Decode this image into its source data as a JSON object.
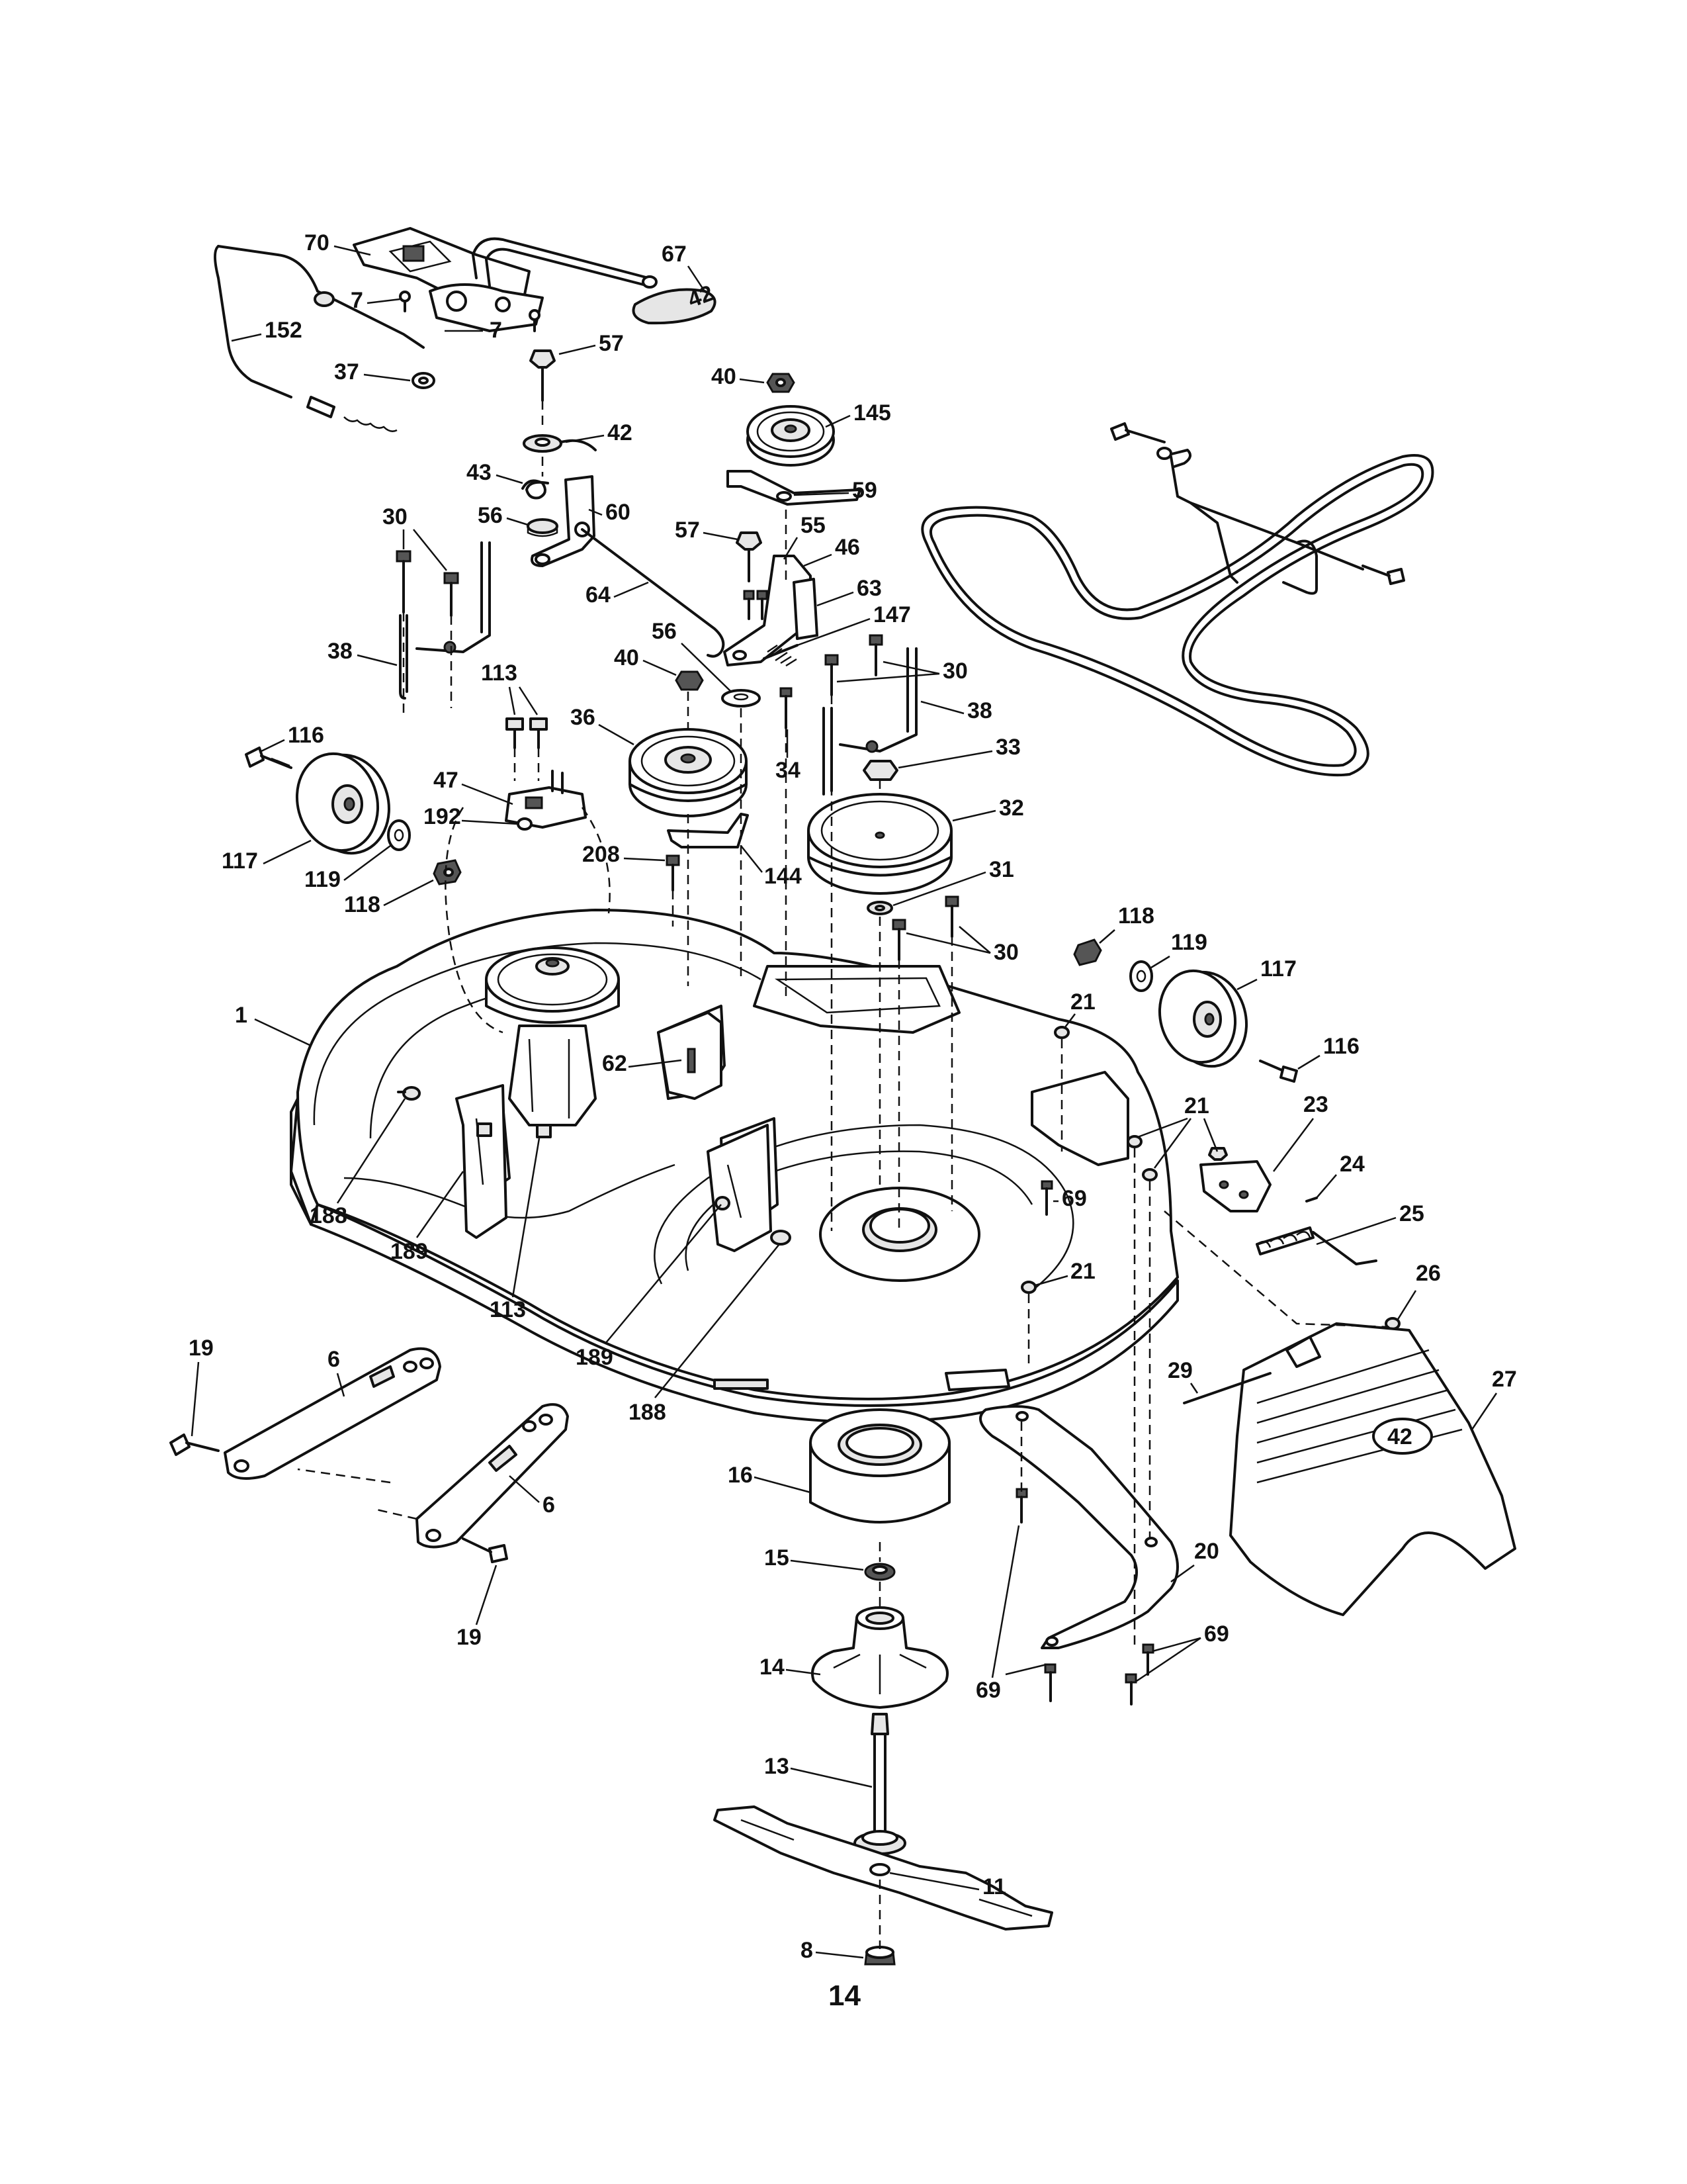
{
  "page_number": "14",
  "callouts": [
    "70",
    "67",
    "7",
    "7",
    "152",
    "37",
    "57",
    "42",
    "40",
    "145",
    "43",
    "60",
    "59",
    "56",
    "57",
    "55",
    "46",
    "30",
    "64",
    "63",
    "147",
    "38",
    "40",
    "56",
    "30",
    "38",
    "113",
    "116",
    "36",
    "33",
    "34",
    "47",
    "192",
    "32",
    "117",
    "119",
    "118",
    "208",
    "144",
    "31",
    "30",
    "118",
    "119",
    "117",
    "21",
    "1",
    "62",
    "116",
    "23",
    "21",
    "69",
    "24",
    "188",
    "189",
    "25",
    "113",
    "21",
    "26",
    "189",
    "188",
    "19",
    "6",
    "29",
    "27",
    "16",
    "6",
    "15",
    "20",
    "69",
    "19",
    "14",
    "69",
    "13",
    "11",
    "8"
  ],
  "deck_badge": "42"
}
